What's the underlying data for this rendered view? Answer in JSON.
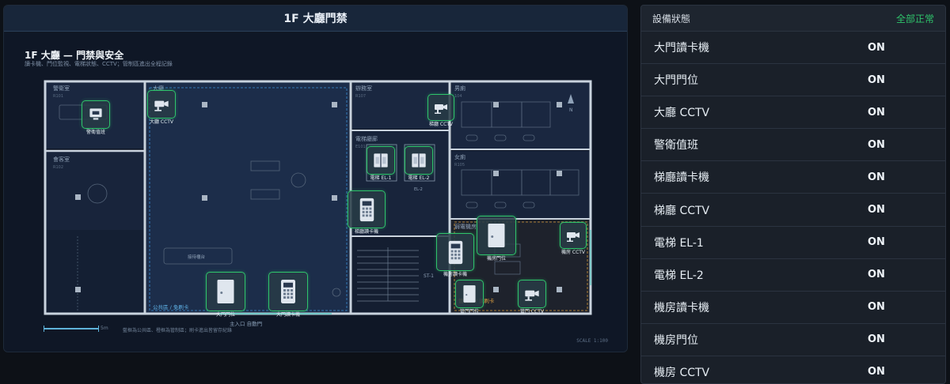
{
  "panel": {
    "title": "1F 大廳門禁"
  },
  "plan": {
    "title": "1F 大廳 — 門禁與安全",
    "subtitle": "讀卡機、門位監視、電梯狀態、CCTV；管制區進出全程記錄",
    "footnote": "藍框為公共區、橙框為管制區；刷卡進出皆留存紀錄",
    "scale_bar_label": "5m",
    "scale": "SCALE 1:100",
    "entrance": "主入口 自動門",
    "rooms": {
      "guard": {
        "name": "警衛室",
        "code": "R101"
      },
      "meeting": {
        "name": "會客室",
        "code": "R102"
      },
      "lobby": {
        "name": "大廳"
      },
      "office": {
        "name": "辦務室",
        "code": "R107"
      },
      "elevator_hall": {
        "name": "電梯廳廊",
        "code": "E101"
      },
      "m_wc": {
        "name": "男廁",
        "code": "104"
      },
      "f_wc": {
        "name": "女廁",
        "code": "R105"
      },
      "machine": {
        "name": "弱電機房"
      },
      "stair": {
        "name": "ST-1"
      },
      "reception": {
        "name": "接待櫃台"
      },
      "public_zone": {
        "name": "公共區 / 免刷卡"
      },
      "restricted_zone": {
        "name": "管制區 / 須刷卡"
      },
      "el_tag": {
        "name": "EL-2"
      }
    },
    "devices": [
      {
        "id": "guard",
        "label": "警衛值班",
        "icon": "monitor-icon"
      },
      {
        "id": "cctv_lobby",
        "label": "大廳 CCTV",
        "icon": "camera-icon"
      },
      {
        "id": "cctv_hall",
        "label": "梯廳 CCTV",
        "icon": "camera-icon"
      },
      {
        "id": "el1",
        "label": "電梯 EL-1",
        "icon": "elevator-icon"
      },
      {
        "id": "el2",
        "label": "電梯 EL-2",
        "icon": "elevator-icon"
      },
      {
        "id": "hall_reader",
        "label": "梯廳讀卡機",
        "icon": "card-reader-icon"
      },
      {
        "id": "machine_door",
        "label": "機房門位",
        "icon": "door-icon"
      },
      {
        "id": "cctv_machine",
        "label": "機房 CCTV",
        "icon": "camera-icon"
      },
      {
        "id": "machine_reader",
        "label": "機房讀卡機",
        "icon": "card-reader-icon"
      },
      {
        "id": "door_small",
        "label": "管門門位",
        "icon": "door-icon"
      },
      {
        "id": "cctv_small",
        "label": "管門 CCTV",
        "icon": "camera-icon"
      },
      {
        "id": "main_door",
        "label": "大門門位",
        "icon": "door-icon"
      },
      {
        "id": "main_reader",
        "label": "大門讀卡機",
        "icon": "card-reader-icon"
      }
    ],
    "compass": "N"
  },
  "status": {
    "title": "設備狀態",
    "summary": "全部正常",
    "items": [
      {
        "name": "大門讀卡機",
        "value": "ON"
      },
      {
        "name": "大門門位",
        "value": "ON"
      },
      {
        "name": "大廳 CCTV",
        "value": "ON"
      },
      {
        "name": "警衛值班",
        "value": "ON"
      },
      {
        "name": "梯廳讀卡機",
        "value": "ON"
      },
      {
        "name": "梯廳 CCTV",
        "value": "ON"
      },
      {
        "name": "電梯 EL-1",
        "value": "ON"
      },
      {
        "name": "電梯 EL-2",
        "value": "ON"
      },
      {
        "name": "機房讀卡機",
        "value": "ON"
      },
      {
        "name": "機房門位",
        "value": "ON"
      },
      {
        "name": "機房 CCTV",
        "value": "ON"
      }
    ]
  },
  "colors": {
    "accent": "#2fc46b",
    "wall": "#c9d3de",
    "public": "#3b8fd6",
    "restricted": "#d99a3a"
  }
}
